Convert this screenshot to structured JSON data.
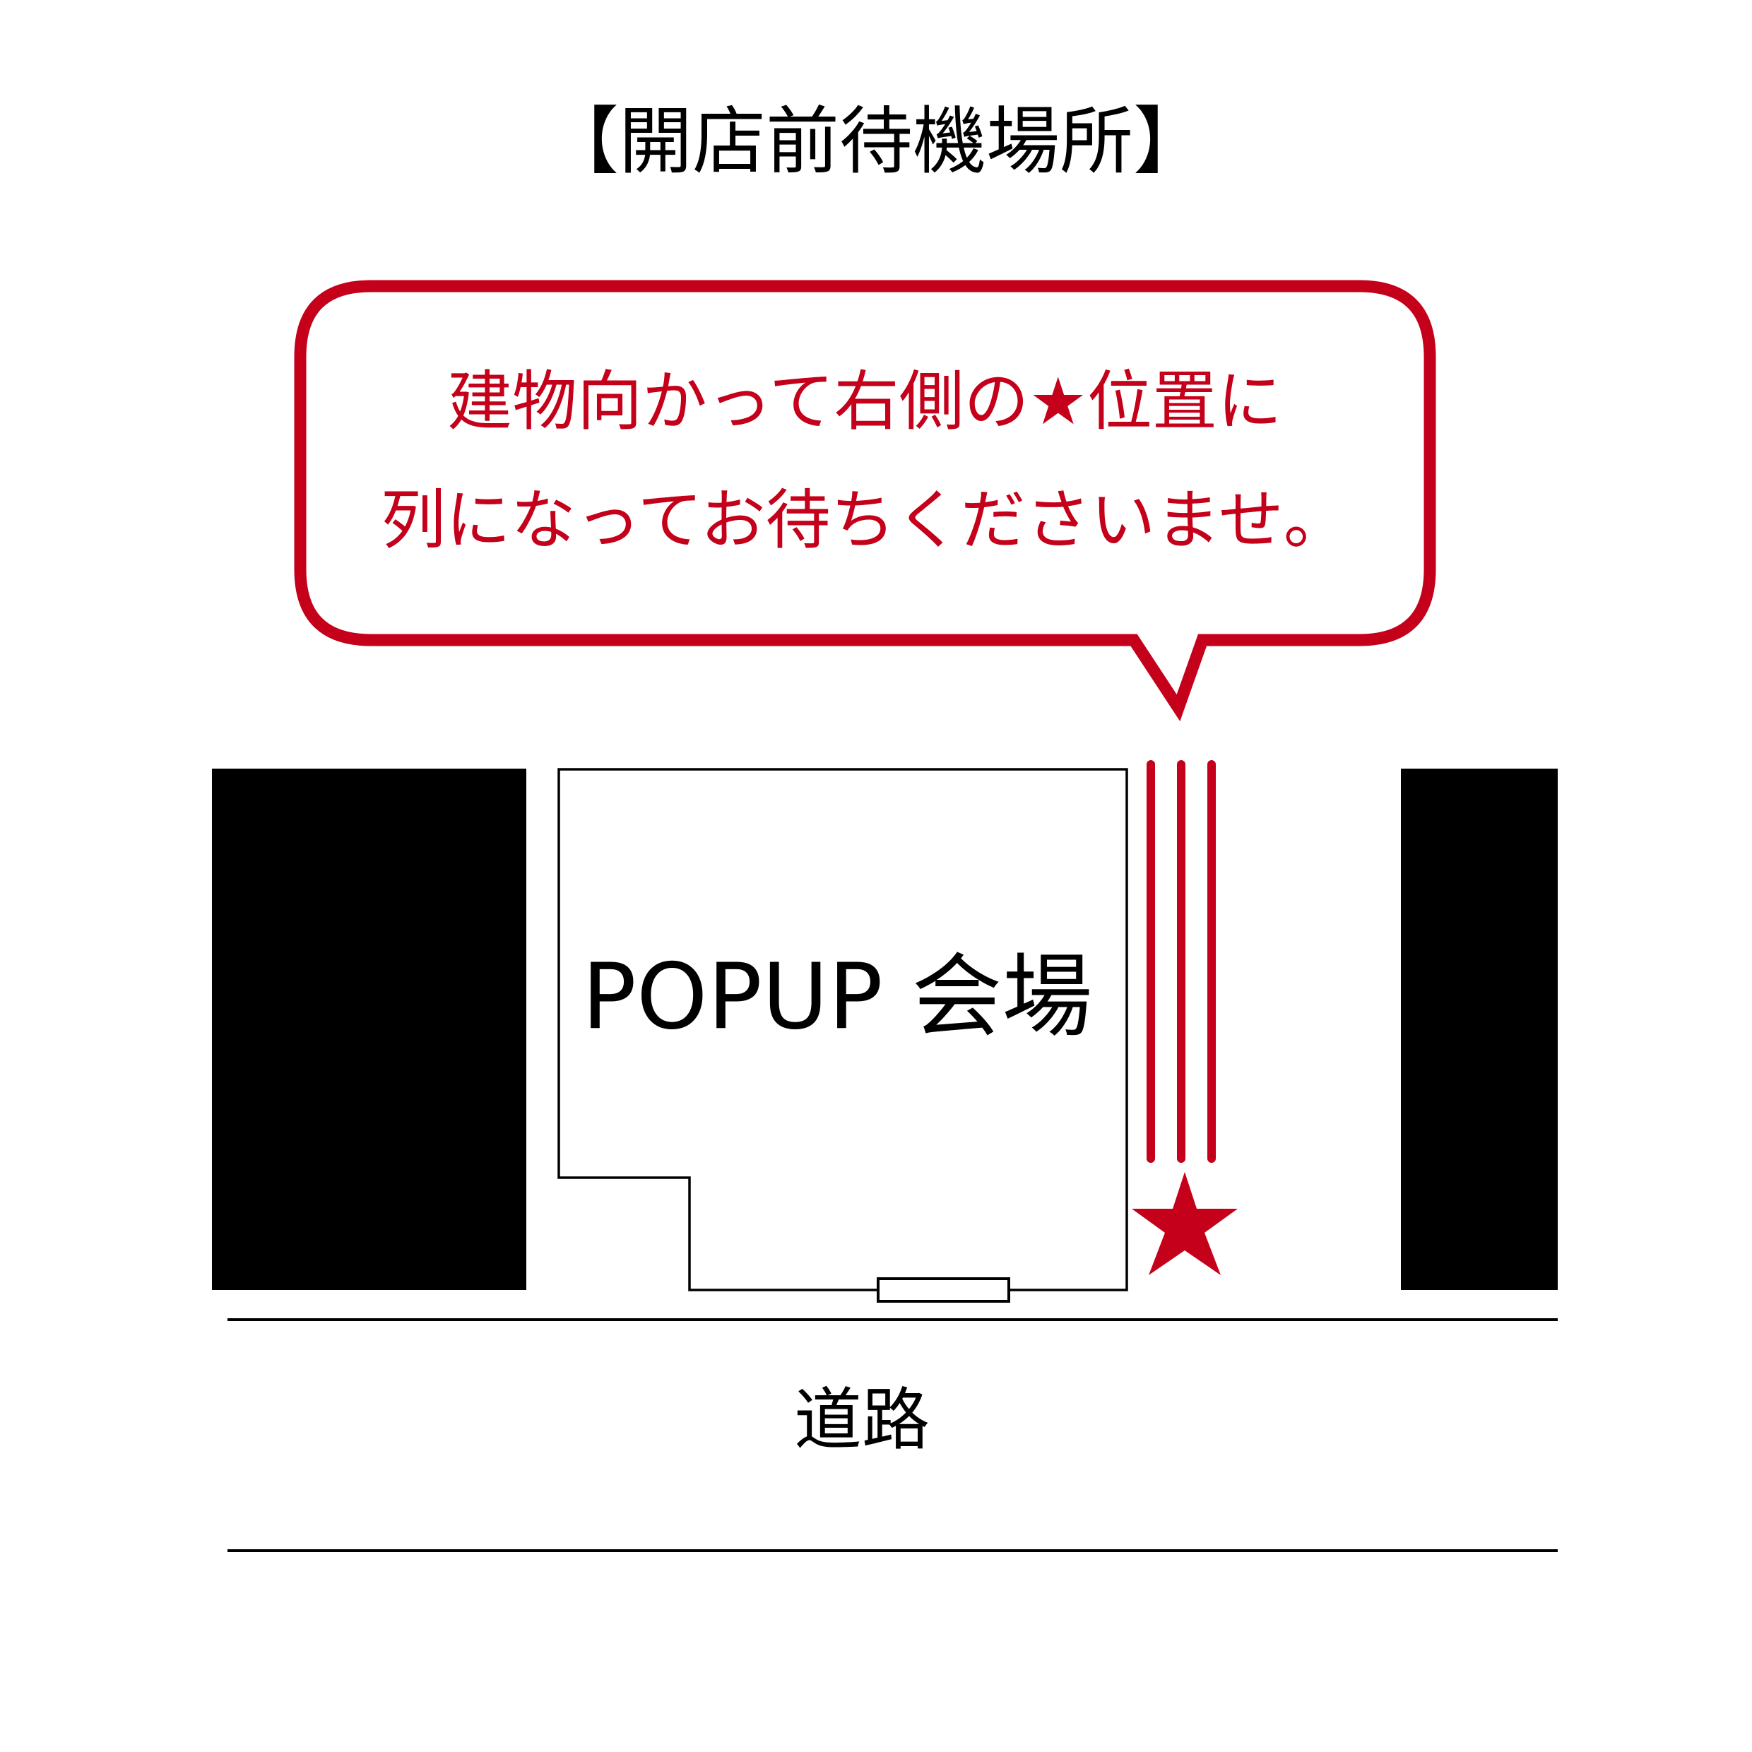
{
  "title": "【開店前待機場所】",
  "callout": {
    "line1": "建物向かって右側の★位置に",
    "line2": "列になってお待ちくださいませ。"
  },
  "map": {
    "venue_label": "POPUP 会場",
    "road_label": "道路",
    "marker_icon": "star-icon",
    "queue_lines_count": 3
  },
  "colors": {
    "accent": "#C4001A",
    "building_fill": "#000000",
    "outline": "#000000",
    "background": "#FFFFFF"
  }
}
